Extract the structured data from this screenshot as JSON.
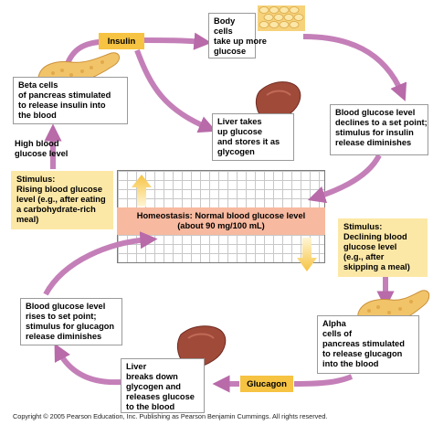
{
  "insulin_label": "Insulin",
  "glucagon_label": "Glucagon",
  "body_cells": [
    "Body",
    "cells",
    "take up more",
    "glucose"
  ],
  "beta_cells": [
    "Beta cells",
    "of pancreas stimulated",
    "to release insulin into",
    "the blood"
  ],
  "liver_takes": [
    "Liver takes",
    "up glucose",
    "and stores it as",
    "glycogen"
  ],
  "declines": [
    "Blood glucose level",
    "declines to a set point;",
    "stimulus for insulin",
    "release diminishes"
  ],
  "high_glucose": [
    "High blood",
    "glucose level"
  ],
  "stimulus_rising": [
    "Stimulus:",
    "Rising blood glucose",
    "level (e.g., after eating",
    "a carbohydrate-rich",
    "meal)"
  ],
  "homeostasis": [
    "Homeostasis: Normal blood glucose level",
    "(about 90 mg/100 mL)"
  ],
  "stimulus_declining": [
    "Stimulus:",
    "Declining blood",
    "glucose level",
    "(e.g., after",
    "skipping a meal)"
  ],
  "rises": [
    "Blood glucose level",
    "rises to set point;",
    "stimulus for glucagon",
    "release diminishes"
  ],
  "alpha_cells": [
    "Alpha",
    "cells of",
    "pancreas stimulated",
    "to release glucagon",
    "into the blood"
  ],
  "liver_breaks": [
    "Liver",
    "breaks down",
    "glycogen and",
    "releases glucose",
    "to the blood"
  ],
  "copyright": "Copyright © 2005 Pearson Education, Inc. Publishing as Pearson Benjamin Cummings. All rights reserved.",
  "colors": {
    "arrow": "#c47fb8",
    "stimulus_bg": "#fce8a6",
    "hormone_tag": "#f6c342",
    "homeostasis_band": "#f7b99f",
    "liver": "#a04a3a",
    "pancreas": "#f2c46a"
  },
  "icons": [
    "pancreas-icon",
    "liver-icon",
    "body-cells-icon"
  ]
}
